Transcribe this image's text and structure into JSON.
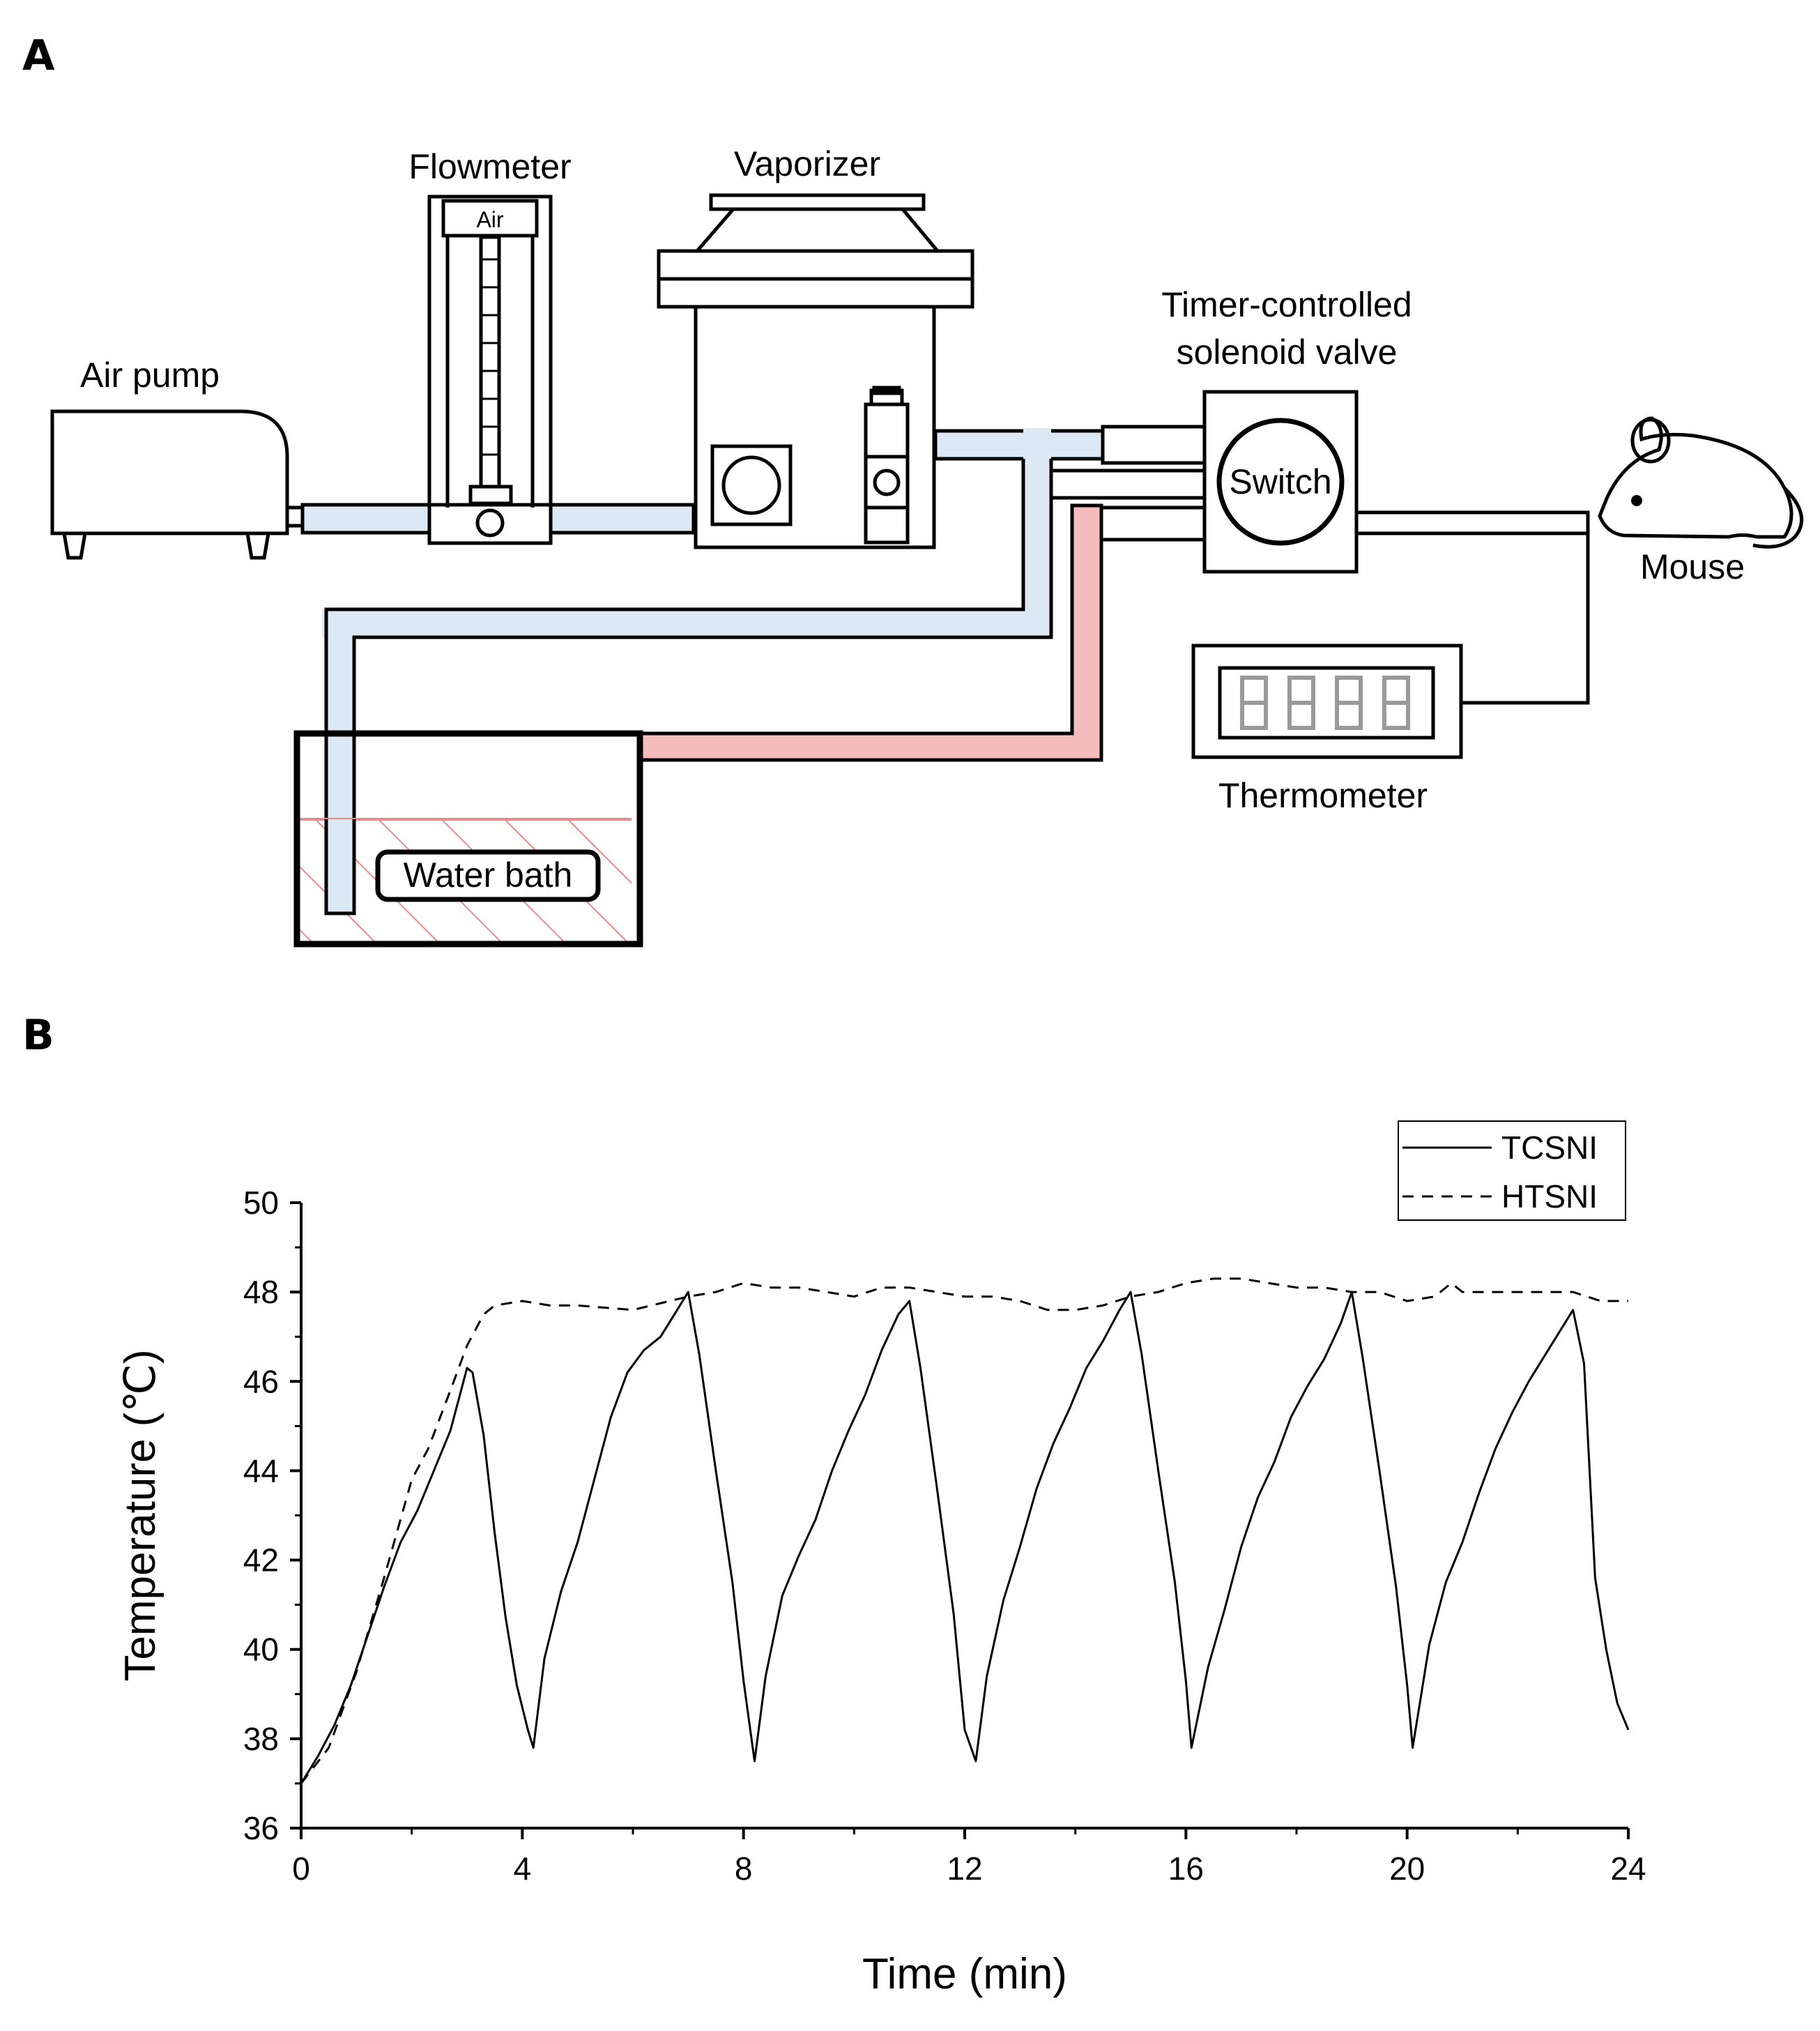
{
  "panel_a": {
    "letter": "A",
    "labels": {
      "air_pump": "Air pump",
      "flowmeter": "Flowmeter",
      "flowmeter_tag": "Air",
      "vaporizer": "Vaporizer",
      "valve_line1": "Timer-controlled",
      "valve_line2": "solenoid valve",
      "switch": "Switch",
      "mouse": "Mouse",
      "thermometer": "Thermometer",
      "water_bath": "Water bath"
    },
    "colors": {
      "air_tube": "#dce8f3",
      "heated_tube": "#f4bcbc",
      "water_hatch": "#e98a8a",
      "display_digits": "#9a9a9a"
    }
  },
  "panel_b": {
    "letter": "B"
  },
  "chart_data": {
    "type": "line",
    "xlabel": "Time (min)",
    "ylabel": "Temperature (℃)",
    "xlim": [
      0,
      24
    ],
    "ylim": [
      36,
      50
    ],
    "xticks": [
      0,
      4,
      8,
      12,
      16,
      20,
      24
    ],
    "yticks": [
      36,
      38,
      40,
      42,
      44,
      46,
      48,
      50
    ],
    "grid": false,
    "legend_position": "top-right",
    "series": [
      {
        "name": "TCSNI",
        "style": "solid",
        "points": [
          [
            0,
            37.0
          ],
          [
            0.3,
            37.6
          ],
          [
            0.6,
            38.3
          ],
          [
            0.9,
            39.2
          ],
          [
            1.2,
            40.3
          ],
          [
            1.5,
            41.4
          ],
          [
            1.8,
            42.4
          ],
          [
            2.1,
            43.1
          ],
          [
            2.4,
            44.0
          ],
          [
            2.7,
            44.9
          ],
          [
            3.0,
            46.3
          ],
          [
            3.1,
            46.2
          ],
          [
            3.3,
            44.8
          ],
          [
            3.5,
            42.6
          ],
          [
            3.7,
            40.7
          ],
          [
            3.9,
            39.2
          ],
          [
            4.1,
            38.2
          ],
          [
            4.2,
            37.8
          ],
          [
            4.4,
            39.8
          ],
          [
            4.7,
            41.3
          ],
          [
            5.0,
            42.4
          ],
          [
            5.3,
            43.8
          ],
          [
            5.6,
            45.2
          ],
          [
            5.9,
            46.2
          ],
          [
            6.2,
            46.7
          ],
          [
            6.5,
            47.0
          ],
          [
            6.8,
            47.6
          ],
          [
            7.0,
            48.0
          ],
          [
            7.2,
            46.6
          ],
          [
            7.5,
            44.0
          ],
          [
            7.8,
            41.5
          ],
          [
            8.0,
            39.3
          ],
          [
            8.2,
            37.5
          ],
          [
            8.4,
            39.4
          ],
          [
            8.7,
            41.2
          ],
          [
            9.0,
            42.1
          ],
          [
            9.3,
            42.9
          ],
          [
            9.6,
            44.0
          ],
          [
            9.9,
            44.9
          ],
          [
            10.2,
            45.7
          ],
          [
            10.5,
            46.7
          ],
          [
            10.8,
            47.5
          ],
          [
            11.0,
            47.8
          ],
          [
            11.2,
            46.3
          ],
          [
            11.5,
            43.6
          ],
          [
            11.8,
            40.8
          ],
          [
            12.0,
            38.2
          ],
          [
            12.2,
            37.5
          ],
          [
            12.4,
            39.4
          ],
          [
            12.7,
            41.1
          ],
          [
            13.0,
            42.3
          ],
          [
            13.3,
            43.6
          ],
          [
            13.6,
            44.6
          ],
          [
            13.9,
            45.4
          ],
          [
            14.2,
            46.3
          ],
          [
            14.5,
            46.9
          ],
          [
            14.8,
            47.6
          ],
          [
            15.0,
            48.0
          ],
          [
            15.2,
            46.6
          ],
          [
            15.5,
            44.0
          ],
          [
            15.8,
            41.5
          ],
          [
            16.0,
            39.3
          ],
          [
            16.1,
            37.8
          ],
          [
            16.4,
            39.6
          ],
          [
            16.7,
            40.9
          ],
          [
            17.0,
            42.3
          ],
          [
            17.3,
            43.4
          ],
          [
            17.6,
            44.2
          ],
          [
            17.9,
            45.2
          ],
          [
            18.2,
            45.9
          ],
          [
            18.5,
            46.5
          ],
          [
            18.8,
            47.3
          ],
          [
            19.0,
            48.0
          ],
          [
            19.2,
            46.5
          ],
          [
            19.5,
            44.0
          ],
          [
            19.8,
            41.4
          ],
          [
            20.0,
            39.2
          ],
          [
            20.1,
            37.8
          ],
          [
            20.4,
            40.1
          ],
          [
            20.7,
            41.5
          ],
          [
            21.0,
            42.4
          ],
          [
            21.3,
            43.5
          ],
          [
            21.6,
            44.5
          ],
          [
            21.9,
            45.3
          ],
          [
            22.2,
            46.0
          ],
          [
            22.5,
            46.6
          ],
          [
            22.8,
            47.2
          ],
          [
            23.0,
            47.6
          ],
          [
            23.2,
            46.4
          ],
          [
            23.4,
            41.6
          ],
          [
            23.6,
            40.0
          ],
          [
            23.8,
            38.8
          ],
          [
            24.0,
            38.2
          ]
        ]
      },
      {
        "name": "HTSNI",
        "style": "dashed",
        "points": [
          [
            0,
            37.0
          ],
          [
            0.5,
            37.8
          ],
          [
            1.0,
            39.5
          ],
          [
            1.5,
            41.6
          ],
          [
            2.0,
            43.8
          ],
          [
            2.3,
            44.5
          ],
          [
            2.7,
            45.8
          ],
          [
            3.0,
            46.8
          ],
          [
            3.3,
            47.5
          ],
          [
            3.5,
            47.7
          ],
          [
            4.0,
            47.8
          ],
          [
            4.5,
            47.7
          ],
          [
            5.0,
            47.7
          ],
          [
            6.0,
            47.6
          ],
          [
            7.0,
            47.9
          ],
          [
            7.5,
            48.0
          ],
          [
            8.0,
            48.2
          ],
          [
            8.5,
            48.1
          ],
          [
            9.0,
            48.1
          ],
          [
            9.5,
            48.0
          ],
          [
            10.0,
            47.9
          ],
          [
            10.5,
            48.1
          ],
          [
            11.0,
            48.1
          ],
          [
            11.5,
            48.0
          ],
          [
            12.0,
            47.9
          ],
          [
            12.5,
            47.9
          ],
          [
            13.0,
            47.8
          ],
          [
            13.5,
            47.6
          ],
          [
            14.0,
            47.6
          ],
          [
            14.5,
            47.7
          ],
          [
            15.0,
            47.9
          ],
          [
            15.5,
            48.0
          ],
          [
            16.0,
            48.2
          ],
          [
            16.5,
            48.3
          ],
          [
            17.0,
            48.3
          ],
          [
            17.5,
            48.2
          ],
          [
            18.0,
            48.1
          ],
          [
            18.5,
            48.1
          ],
          [
            19.0,
            48.0
          ],
          [
            19.5,
            48.0
          ],
          [
            20.0,
            47.8
          ],
          [
            20.5,
            47.9
          ],
          [
            20.8,
            48.2
          ],
          [
            21.0,
            48.0
          ],
          [
            21.5,
            48.0
          ],
          [
            22.0,
            48.0
          ],
          [
            22.5,
            48.0
          ],
          [
            23.0,
            48.0
          ],
          [
            23.5,
            47.8
          ],
          [
            24.0,
            47.8
          ]
        ]
      }
    ]
  }
}
